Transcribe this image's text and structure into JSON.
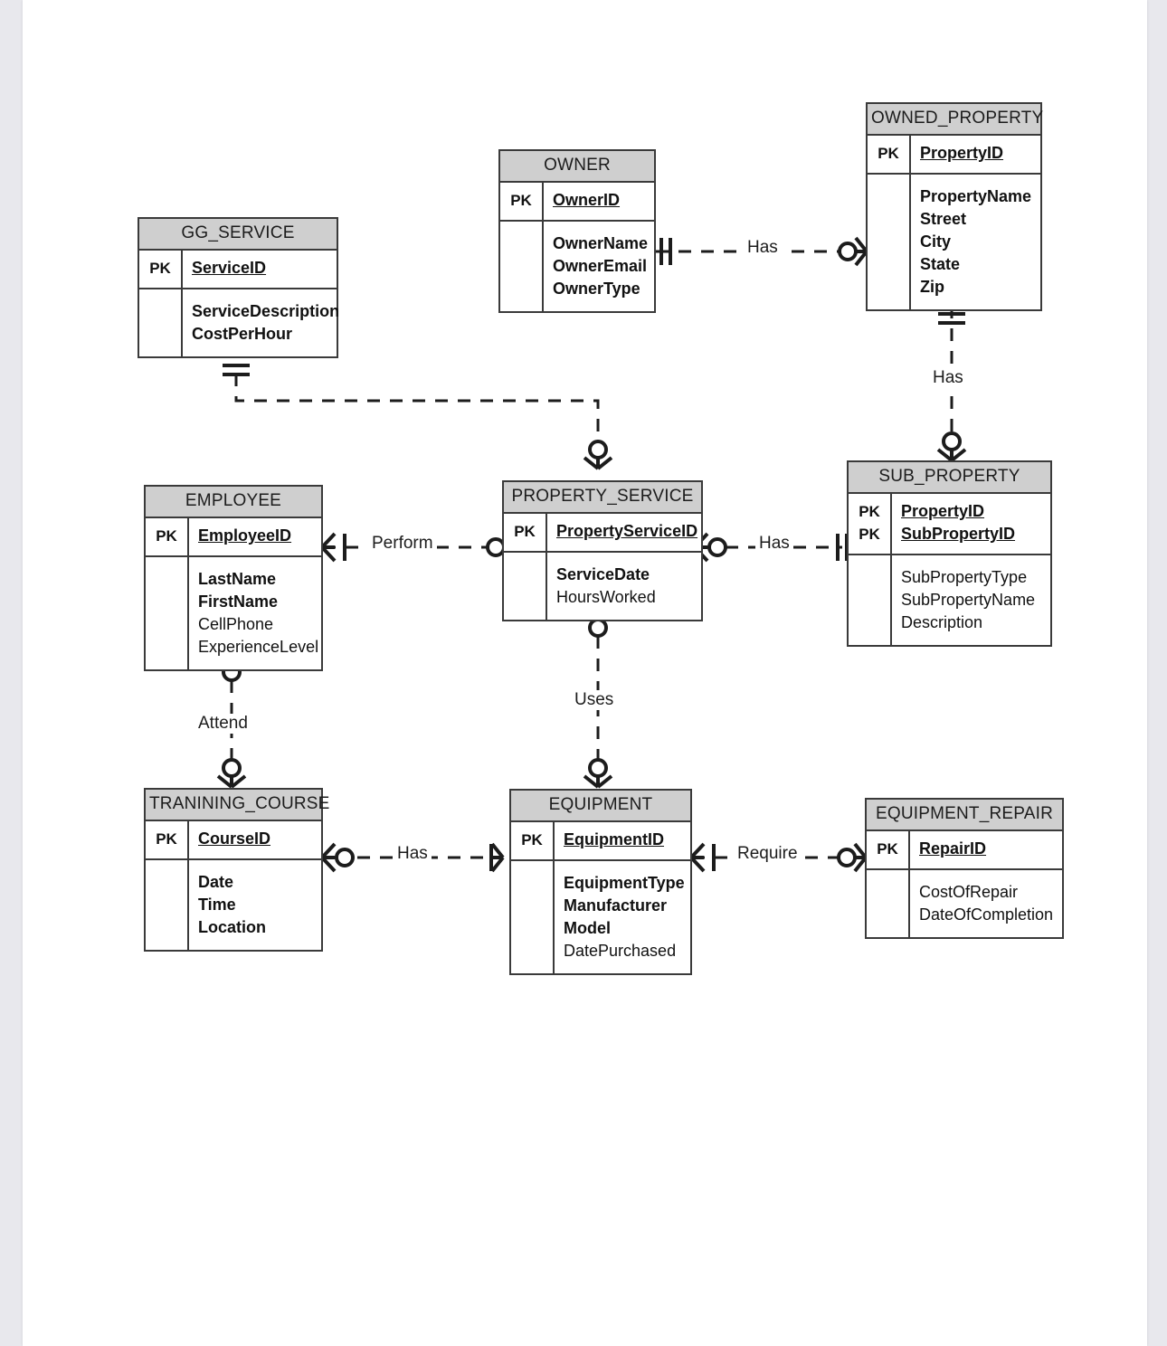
{
  "diagram": {
    "title": "Property Services ER Diagram",
    "notation": "crows-foot",
    "colors": {
      "page_background": "#e8e8ed",
      "canvas": "#ffffff",
      "entity_header": "#cfcfcf",
      "line": "#1c1c1c",
      "border": "#3a3a3a"
    },
    "entities": [
      {
        "name": "GG_SERVICE",
        "keys": [
          {
            "label": "PK",
            "attr": "ServiceID"
          }
        ],
        "attributes": [
          {
            "name": "ServiceDescription",
            "required": true
          },
          {
            "name": "CostPerHour",
            "required": true
          }
        ]
      },
      {
        "name": "OWNER",
        "keys": [
          {
            "label": "PK",
            "attr": "OwnerID"
          }
        ],
        "attributes": [
          {
            "name": "OwnerName",
            "required": true
          },
          {
            "name": "OwnerEmail",
            "required": true
          },
          {
            "name": "OwnerType",
            "required": true
          }
        ]
      },
      {
        "name": "OWNED_PROPERTY",
        "keys": [
          {
            "label": "PK",
            "attr": "PropertyID"
          }
        ],
        "attributes": [
          {
            "name": "PropertyName",
            "required": true
          },
          {
            "name": "Street",
            "required": true
          },
          {
            "name": "City",
            "required": true
          },
          {
            "name": "State",
            "required": true
          },
          {
            "name": "Zip",
            "required": true
          }
        ]
      },
      {
        "name": "EMPLOYEE",
        "keys": [
          {
            "label": "PK",
            "attr": "EmployeeID"
          }
        ],
        "attributes": [
          {
            "name": "LastName",
            "required": true
          },
          {
            "name": "FirstName",
            "required": true
          },
          {
            "name": "CellPhone",
            "required": false
          },
          {
            "name": "ExperienceLevel",
            "required": false
          }
        ]
      },
      {
        "name": "PROPERTY_SERVICE",
        "keys": [
          {
            "label": "PK",
            "attr": "PropertyServiceID"
          }
        ],
        "attributes": [
          {
            "name": "ServiceDate",
            "required": true
          },
          {
            "name": "HoursWorked",
            "required": false
          }
        ]
      },
      {
        "name": "SUB_PROPERTY",
        "keys": [
          {
            "label": "PK",
            "attr": "PropertyID"
          },
          {
            "label": "PK",
            "attr": "SubPropertyID"
          }
        ],
        "attributes": [
          {
            "name": "SubPropertyType",
            "required": false
          },
          {
            "name": "SubPropertyName",
            "required": false
          },
          {
            "name": "Description",
            "required": false
          }
        ]
      },
      {
        "name": "TRANINING_COURSE",
        "keys": [
          {
            "label": "PK",
            "attr": "CourseID"
          }
        ],
        "attributes": [
          {
            "name": "Date",
            "required": true
          },
          {
            "name": "Time",
            "required": true
          },
          {
            "name": "Location",
            "required": true
          }
        ]
      },
      {
        "name": "EQUIPMENT",
        "keys": [
          {
            "label": "PK",
            "attr": "EquipmentID"
          }
        ],
        "attributes": [
          {
            "name": "EquipmentType",
            "required": true
          },
          {
            "name": "Manufacturer",
            "required": true
          },
          {
            "name": "Model",
            "required": true
          },
          {
            "name": "DatePurchased",
            "required": false
          }
        ]
      },
      {
        "name": "EQUIPMENT_REPAIR",
        "keys": [
          {
            "label": "PK",
            "attr": "RepairID"
          }
        ],
        "attributes": [
          {
            "name": "CostOfRepair",
            "required": false
          },
          {
            "name": "DateOfCompletion",
            "required": false
          }
        ]
      }
    ],
    "relationships": [
      {
        "id": "owner-has-property",
        "label": "Has",
        "from": "OWNER",
        "to": "OWNED_PROPERTY",
        "from_cardinality": "one-and-only-one",
        "to_cardinality": "zero-or-many",
        "line": "dashed"
      },
      {
        "id": "property-has-subproperty",
        "label": "Has",
        "from": "OWNED_PROPERTY",
        "to": "SUB_PROPERTY",
        "from_cardinality": "one-and-only-one",
        "to_cardinality": "zero-or-many",
        "line": "dashed"
      },
      {
        "id": "ggservice-propertyservice",
        "label": "",
        "from": "GG_SERVICE",
        "to": "PROPERTY_SERVICE",
        "from_cardinality": "one-and-only-one",
        "to_cardinality": "zero-or-many",
        "line": "dashed"
      },
      {
        "id": "employee-perform-propertyservice",
        "label": "Perform",
        "from": "EMPLOYEE",
        "to": "PROPERTY_SERVICE",
        "from_cardinality": "one-or-many",
        "to_cardinality": "zero-or-many",
        "line": "dashed"
      },
      {
        "id": "propertyservice-has-subproperty",
        "label": "Has",
        "from": "PROPERTY_SERVICE",
        "to": "SUB_PROPERTY",
        "from_cardinality": "zero-or-many",
        "to_cardinality": "one-and-only-one",
        "line": "dashed"
      },
      {
        "id": "propertyservice-uses-equipment",
        "label": "Uses",
        "from": "PROPERTY_SERVICE",
        "to": "EQUIPMENT",
        "from_cardinality": "zero-or-many",
        "to_cardinality": "zero-or-many",
        "line": "dashed"
      },
      {
        "id": "employee-attend-course",
        "label": "Attend",
        "from": "EMPLOYEE",
        "to": "TRANINING_COURSE",
        "from_cardinality": "zero-or-many",
        "to_cardinality": "zero-or-many",
        "line": "dashed"
      },
      {
        "id": "course-has-equipment",
        "label": "Has",
        "from": "TRANINING_COURSE",
        "to": "EQUIPMENT",
        "from_cardinality": "zero-or-many",
        "to_cardinality": "one-or-many",
        "line": "dashed"
      },
      {
        "id": "equipment-require-repair",
        "label": "Require",
        "from": "EQUIPMENT",
        "to": "EQUIPMENT_REPAIR",
        "from_cardinality": "one-or-many",
        "to_cardinality": "zero-or-many",
        "line": "dashed"
      }
    ]
  }
}
